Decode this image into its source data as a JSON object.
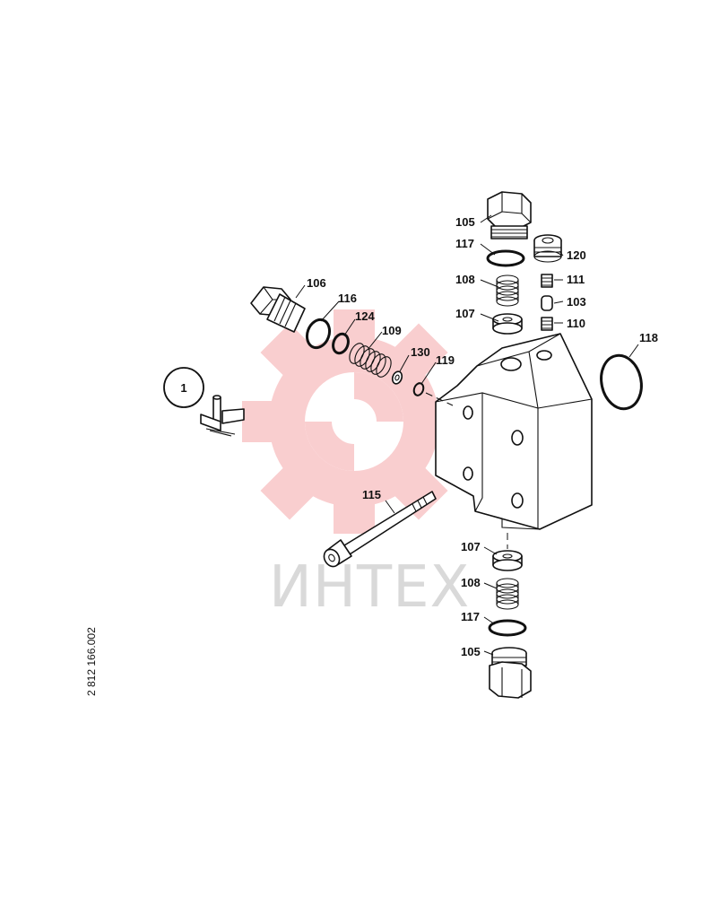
{
  "drawing": {
    "document_number": "2 812 166.002",
    "watermark_text": "ИНТЕХ",
    "watermark_color": "#e8232a",
    "view_marker": "1",
    "parts": [
      {
        "id": "p105-top",
        "label": "105"
      },
      {
        "id": "p117-top",
        "label": "117"
      },
      {
        "id": "p108-top",
        "label": "108"
      },
      {
        "id": "p107-top",
        "label": "107"
      },
      {
        "id": "p120",
        "label": "120"
      },
      {
        "id": "p111",
        "label": "111"
      },
      {
        "id": "p103",
        "label": "103"
      },
      {
        "id": "p110",
        "label": "110"
      },
      {
        "id": "p118",
        "label": "118"
      },
      {
        "id": "p106",
        "label": "106"
      },
      {
        "id": "p116",
        "label": "116"
      },
      {
        "id": "p124",
        "label": "124"
      },
      {
        "id": "p109",
        "label": "109"
      },
      {
        "id": "p130",
        "label": "130"
      },
      {
        "id": "p119",
        "label": "119"
      },
      {
        "id": "p115",
        "label": "115"
      },
      {
        "id": "p107-bot",
        "label": "107"
      },
      {
        "id": "p108-bot",
        "label": "108"
      },
      {
        "id": "p117-bot",
        "label": "117"
      },
      {
        "id": "p105-bot",
        "label": "105"
      }
    ]
  }
}
